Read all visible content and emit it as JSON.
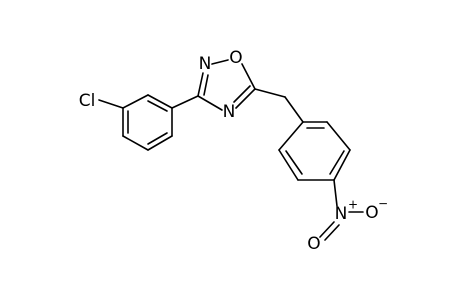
{
  "molecule": {
    "atoms": {
      "cl": "Cl",
      "n2": "N",
      "o1": "O",
      "n4": "N",
      "n_nitro": "N",
      "o_nitro_top": "O",
      "o_nitro_bottom": "O"
    },
    "charges": {
      "n_nitro": "+",
      "o_nitro_top": "−"
    }
  },
  "colors": {
    "bond": "#000000",
    "background": "#ffffff"
  }
}
